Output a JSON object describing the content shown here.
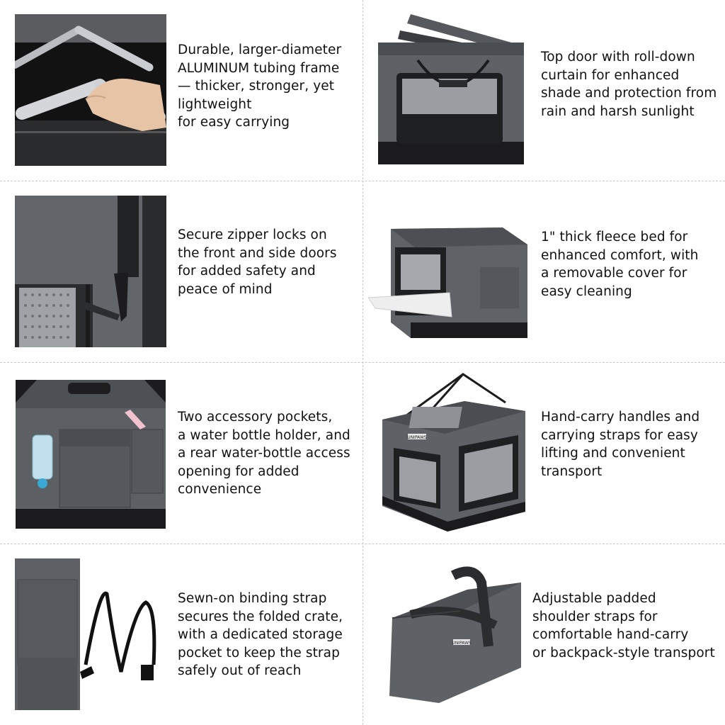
{
  "features": [
    {
      "caption": "Durable, larger-diameter\nALUMINUM tubing frame\n— thicker, stronger, yet\nlightweight\nfor easy carrying",
      "image": "aluminum-frame-photo"
    },
    {
      "caption": "Top door with roll-down\ncurtain for enhanced\nshade and protection from\nrain and harsh sunlight",
      "image": "top-door-crate-photo"
    },
    {
      "caption": "Secure zipper locks on\nthe front and side doors\nfor added safety and\npeace of mind",
      "image": "zipper-lock-photo"
    },
    {
      "caption": "1\" thick fleece bed for\nenhanced comfort, with\na removable cover for\neasy cleaning",
      "image": "fleece-bed-crate-photo"
    },
    {
      "caption": "Two accessory pockets,\na water bottle holder, and\na rear water-bottle access\nopening for added\nconvenience",
      "image": "accessory-pockets-photo"
    },
    {
      "caption": "Hand-carry handles and\ncarrying straps for easy\nlifting and convenient\ntransport",
      "image": "handles-straps-crate-photo"
    },
    {
      "caption": "Sewn-on binding strap\nsecures the folded crate,\nwith a dedicated storage\npocket to keep the strap\nsafely out of reach",
      "image": "binding-strap-photo"
    },
    {
      "caption": "Adjustable padded\nshoulder straps for\ncomfortable hand-carry\nor backpack-style transport",
      "image": "carry-bag-photo"
    }
  ],
  "brand_label": "UNIPAWS",
  "colors": {
    "fabric": "#5d6066",
    "fabric_dark": "#44474c",
    "trim": "#1d1d1f",
    "mesh": "#8a8d91",
    "bg_photo": "#f4f4f4"
  }
}
